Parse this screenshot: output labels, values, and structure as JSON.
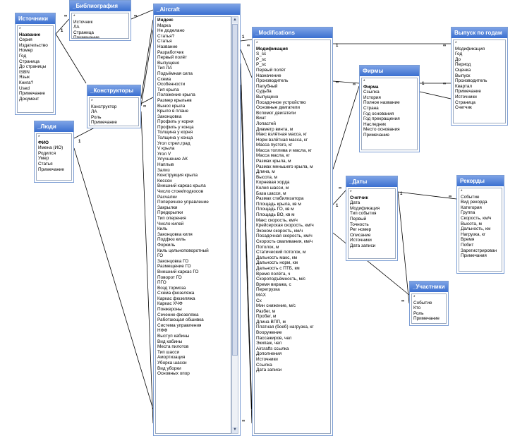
{
  "colors": {
    "title_bar": "#3a6fd0",
    "border": "#7a9cd3",
    "link_line": "#000000"
  },
  "cardinality": {
    "one": "1",
    "many": "∞"
  },
  "tables": [
    {
      "id": "src",
      "title": "Источники",
      "fields": [
        "*",
        "Название",
        "Серия",
        "Издательство",
        "Номер",
        "Год",
        "Страница",
        "До страницы",
        "ISBN",
        "Язык",
        "Книга?",
        "Used",
        "Примечание",
        "Документ"
      ]
    },
    {
      "id": "bib",
      "title": "_Библиография",
      "fields": [
        "*",
        "Источник",
        "ЛА",
        "Страница",
        "Примечание"
      ]
    },
    {
      "id": "ac",
      "title": "_Aircraft",
      "fields": [
        "Индекс",
        "Марка",
        "Не доделано",
        "Статья?",
        "Статья",
        "Название",
        "Разработчик",
        "Первый полёт",
        "Выпущено",
        "Тип ЛА",
        "Подъёмная сила",
        "Схема",
        "Особенности",
        "Тип крыла",
        "Положение крыла",
        "Размер крыльев",
        "Вынос крыла",
        "Крыло в плане",
        "Законцовка",
        "Профиль у корня",
        "Профиль у конца",
        "Толщина у корня",
        "Толщина у конца",
        "Угол стрел,град",
        "V крыла",
        "Угол V",
        "Улучшение АК",
        "Наплыв",
        "Зализ",
        "Конструкция крыла",
        "Кессон",
        "Внешний каркас крыла",
        "Число стоек/подкосов",
        "Расчалки",
        "Поперечное управление",
        "Закрылки",
        "Предкрылки",
        "Тип оперения",
        "Число килей",
        "Киль",
        "Законцовка киля",
        "Подфюз киль",
        "Форкиль",
        "Киль цельноповоротный",
        "ГО",
        "Законцовка ГО",
        "Размещение ГО",
        "Внешний каркас ГО",
        "Поворот ГО",
        "ПГО",
        "Возд тормоза",
        "Схема фюзеляжа",
        "Каркас фюзеляжа",
        "Каркас ХЧФ",
        "Понжероны",
        "Сечение фюзеляжа",
        "Работающая обшивка",
        "Система управления",
        "НФФ",
        "Выступ кабины",
        "Вид кабины",
        "Места пилотов",
        "Тип шасси",
        "Амортизация",
        "Уборка шасси",
        "Вид уборки",
        "Основных опор"
      ]
    },
    {
      "id": "mod",
      "title": "_Modifications",
      "fields": [
        "*",
        "Модификация",
        "S_sc",
        "P_sc",
        "P_sc",
        "Первый полёт",
        "Назначение",
        "Производитель",
        "Палубный",
        "Судьба",
        "Выпущено",
        "Посадочное устройство",
        "Основные двигатели",
        "Вспомог двигатели",
        "Винт",
        "Лопастей",
        "Диаметр винта, м",
        "Макс взлётная масса, кг",
        "Норм взлётная масса, кг",
        "Масса пустого, кг",
        "Масса топлива и масла, кг",
        "Масса масла, кг",
        "Размах крыла, м",
        "Размах меньшего крыла, м",
        "Длина, м",
        "Высота, м",
        "Корневая хорда",
        "Колея шасси, м",
        "База шасси, м",
        "Размах стабилизатора",
        "Площадь крыла, кв м",
        "Площадь ГО, кв м",
        "Площадь ВО, кв м",
        "Макс скорость, км/ч",
        "Крейсерская скорость, км/ч",
        "Эконом скорость, км/ч",
        "Посадочная скорость, км/ч",
        "Скорость сваливания, км/ч",
        "Потолок, м",
        "Статический потолок, м",
        "Дальность макс, км",
        "Дальность норм, км",
        "Дальность с ПТБ, км",
        "Время полёта, ч",
        "Скороподъёмность, м/с",
        "Время виража, с",
        "Перегрузка",
        "МАХ",
        "Cx",
        "Мин снижение, м/с",
        "Разбег, м",
        "Пробег, м",
        "Длина ВПП, м",
        "Платная (боеб) нагрузка, кг",
        "Вооружение",
        "Пассажиров, чел",
        "Экипаж, чел",
        "Aircrafts ссылка",
        "Дополнения",
        "Источники",
        "Ссылка",
        "Дата записи"
      ]
    },
    {
      "id": "vyp",
      "title": "Выпуск по годам",
      "fields": [
        "*",
        "Модификация",
        "Год",
        "До",
        "Период",
        "Оценка",
        "Выпуск",
        "Производитель",
        "Квартал",
        "Примечание",
        "Источники",
        "Страница",
        "Счетчик"
      ]
    },
    {
      "id": "firm",
      "title": "Фирмы",
      "fields": [
        "*",
        "Фирма",
        "Ссылка",
        "История",
        "Полное название",
        "Страна",
        "Год основания",
        "Год прекращения",
        "Наследник",
        "Место основания",
        "Примечание"
      ]
    },
    {
      "id": "kon",
      "title": "_Конструкторы",
      "fields": [
        "*",
        "Конструктор",
        "ЛА",
        "Роль",
        "Примечание"
      ]
    },
    {
      "id": "lyudi",
      "title": "_Люди",
      "fields": [
        "*",
        "ФИО",
        "Имена (ИО)",
        "Родился",
        "Умер",
        "Статья",
        "Примечание"
      ]
    },
    {
      "id": "daty",
      "title": "_Даты",
      "fields": [
        "*",
        "Счетчик",
        "Дата",
        "Модификация",
        "Тип события",
        "Первый",
        "Точность",
        "Рег номер",
        "Описание",
        "Источники",
        "Дата записи"
      ]
    },
    {
      "id": "rek",
      "title": "Рекорды",
      "fields": [
        "*",
        "Событие",
        "Вид рекорда",
        "Категория",
        "Группа",
        "Скорость, км/ч",
        "Высота, м",
        "Дальность, км",
        "Нагрузка, кг",
        "Время",
        "Побит",
        "Зарегистрирован",
        "Примечания"
      ]
    },
    {
      "id": "uch",
      "title": "_Участники",
      "fields": [
        "*",
        "Событие",
        "Кто",
        "Роль",
        "Примечание"
      ]
    }
  ]
}
